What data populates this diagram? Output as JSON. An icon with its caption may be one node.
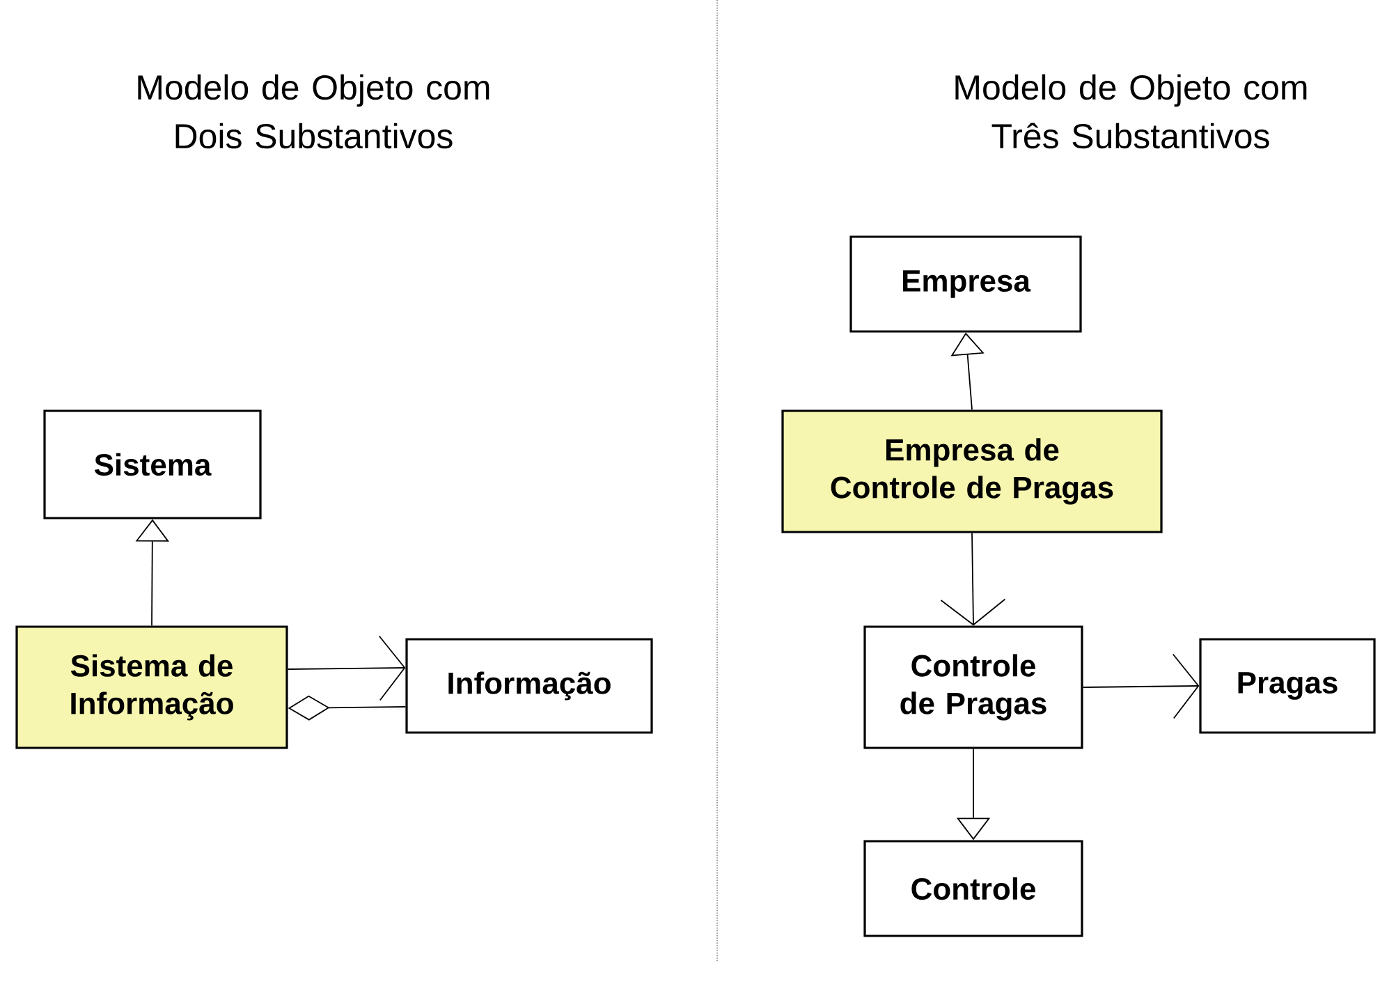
{
  "diagram": {
    "nodes": [
      {
        "text": [
          "Sistema"
        ]
      },
      {
        "text": [
          "Sistema de Informação"
        ]
      },
      {
        "text": [
          "Informação"
        ]
      },
      {
        "text": [
          "Empresa"
        ]
      },
      {
        "text": [
          "Empresa de Controle de Pragas"
        ]
      },
      {
        "text": [
          "Controle de Pragas"
        ]
      },
      {
        "text": [
          "Pragas"
        ]
      },
      {
        "text": [
          "Controle"
        ]
      }
    ],
    "edges": [
      {
        "from": 1,
        "to": 0,
        "arrow": "to"
      },
      {
        "from": 1,
        "to": 2,
        "arrow": "to"
      },
      {
        "from": 1,
        "to": 2,
        "arrow": "other"
      },
      {
        "from": 4,
        "to": 3,
        "arrow": "to"
      },
      {
        "from": 4,
        "to": 5,
        "arrow": "to"
      },
      {
        "from": 5,
        "to": 6,
        "arrow": "to"
      },
      {
        "from": 5,
        "to": 7,
        "arrow": "to"
      }
    ],
    "labels": [
      "Modelo de Objeto com Dois Substantivos",
      "Modelo de Objeto com Três Substantivos"
    ]
  }
}
